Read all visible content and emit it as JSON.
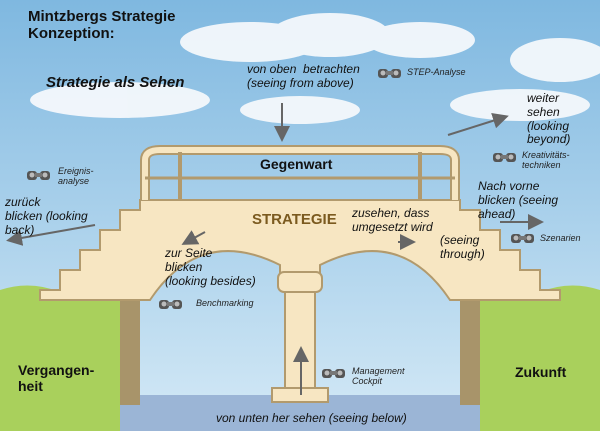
{
  "title": "Mintzbergs Strategie\nKonzeption:",
  "heading": "Strategie als Sehen",
  "bridge_top": "Gegenwart",
  "bridge_center": "STRATEGIE",
  "past": "Vergangen-\nheit",
  "future": "Zukunft",
  "views": {
    "above": "von oben  betrachten\n(seeing from above)",
    "beyond": "weiter\nsehen\n(looking\nbeyond)",
    "back": "zurück\nblicken (looking\nback)",
    "ahead": "Nach vorne\nblicken (seeing\nahead)",
    "through_de": "zusehen, dass\numgesetzt wird",
    "through_en": "(seeing\nthrough)",
    "besides": "zur Seite\nblicken\n(looking besides)",
    "below": "von unten her sehen (seeing below)"
  },
  "tools": {
    "step": "STEP-Analyse",
    "kreativ": "Kreativitäts-\ntechniken",
    "ereignis": "Ereignis-\nanalyse",
    "szenarien": "Szenarien",
    "benchmarking": "Benchmarking",
    "cockpit": "Management\nCockpit"
  },
  "colors": {
    "sky": "#8fc4e6",
    "bridge": "#f7e6c2",
    "bridge_edge": "#b29a6d",
    "grass": "#a9d05c",
    "water": "#9bb5d6",
    "arrow": "#666666"
  }
}
